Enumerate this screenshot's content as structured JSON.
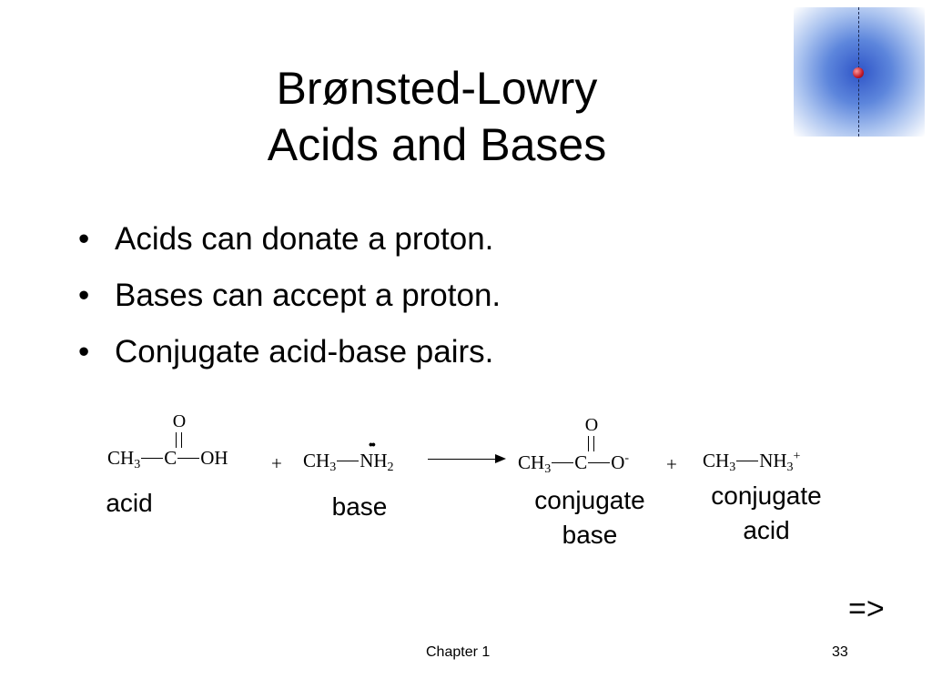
{
  "slide": {
    "title_line1": "Brønsted-Lowry",
    "title_line2": "Acids and Bases",
    "bullet_char": "•",
    "bullets": [
      "Acids can donate a proton.",
      "Bases can accept a proton.",
      "Conjugate acid-base pairs."
    ]
  },
  "reaction": {
    "acid": {
      "ch": "CH",
      "sub3": "3",
      "c": "C",
      "oh": "OH",
      "o": "O",
      "label": "acid"
    },
    "plus1": "+",
    "base": {
      "ch": "CH",
      "sub3": "3",
      "n": "N",
      "h": "H",
      "sub2": "2",
      "label": "base"
    },
    "conj_base": {
      "ch": "CH",
      "sub3": "3",
      "c": "C",
      "o_single": "O",
      "charge": "-",
      "o": "O",
      "label_line1": "conjugate",
      "label_line2": "base"
    },
    "plus2": "+",
    "conj_acid": {
      "ch": "CH",
      "sub3": "3",
      "nh": "NH",
      "sub3b": "3",
      "charge": "+",
      "label_line1": "conjugate",
      "label_line2": "acid"
    }
  },
  "navigation": {
    "next_label": "=>"
  },
  "footer": {
    "chapter": "Chapter 1",
    "page": "33"
  },
  "colors": {
    "accent_blue": "#2f55c8",
    "ball_red": "#c0182a"
  }
}
